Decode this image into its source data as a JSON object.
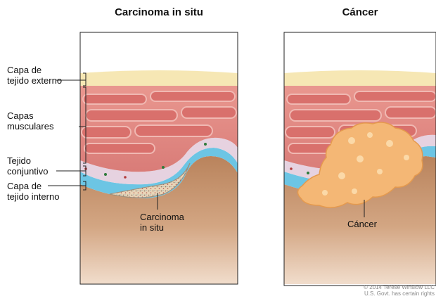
{
  "titles": {
    "left": "Carcinoma in situ",
    "right": "Cáncer"
  },
  "layer_labels": {
    "outer": "Capa de\ntejido externo",
    "muscle": "Capas\nmusculares",
    "connective": "Tejido\nconjuntivo",
    "inner": "Capa de\ntejido interno"
  },
  "annotations": {
    "carcinoma": "Carcinoma\nin situ",
    "cancer": "Cáncer"
  },
  "credit": "© 2014 Terese Winslow LLC\nU.S. Govt. has certain rights",
  "colors": {
    "outer_layer": "#f6e7b4",
    "muscle": "#e88d86",
    "muscle_band": "#d9706c",
    "connective": "#e6d2e0",
    "inner_layer": "#6cc5e4",
    "tissue": "#cb9a70",
    "tumor": "#f4b775"
  }
}
